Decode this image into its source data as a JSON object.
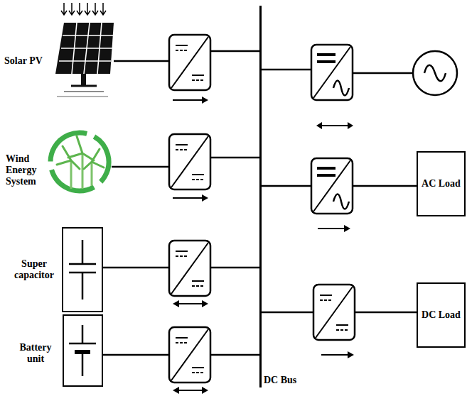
{
  "diagram": {
    "nodes": [
      {
        "text": [
          "Solar PV"
        ]
      },
      {
        "text": [
          "Wind Energy System"
        ]
      },
      {
        "text": [
          "Super capacitor"
        ]
      },
      {
        "text": [
          "Battery unit"
        ]
      },
      {
        "text": [
          "DC Bus"
        ]
      },
      {
        "text": [
          "AC Load"
        ]
      },
      {
        "text": [
          "DC Load"
        ]
      }
    ],
    "edges": [
      {
        "from": 0,
        "to": 4,
        "arrow": "to"
      },
      {
        "from": 1,
        "to": 4,
        "arrow": "to"
      },
      {
        "from": 2,
        "to": 4,
        "arrow": "both"
      },
      {
        "from": 3,
        "to": 4,
        "arrow": "both"
      },
      {
        "from": 4,
        "to": 5,
        "arrow": "to"
      },
      {
        "from": 4,
        "to": 6,
        "arrow": "to"
      }
    ]
  }
}
